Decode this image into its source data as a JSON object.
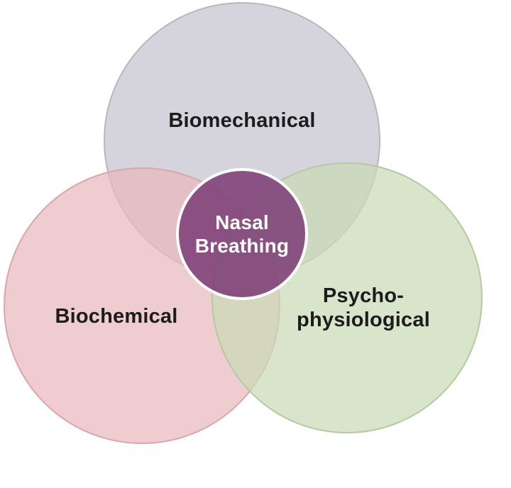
{
  "diagram": {
    "circles": {
      "biomechanical": {
        "label": "Biomechanical",
        "fill": "#c9c7d1",
        "stroke": "#b9b6c2"
      },
      "biochemical": {
        "label": "Biochemical",
        "fill": "#e9b8bd",
        "stroke": "#d9a6ac"
      },
      "psychophysiological": {
        "label_line1": "Psycho-",
        "label_line2": "physiological",
        "fill": "#c9dbb6",
        "stroke": "#b6c9a3"
      }
    },
    "center": {
      "label_line1": "Nasal",
      "label_line2": "Breathing",
      "fill": "#7e3f78",
      "stroke": "#ffffff"
    }
  }
}
